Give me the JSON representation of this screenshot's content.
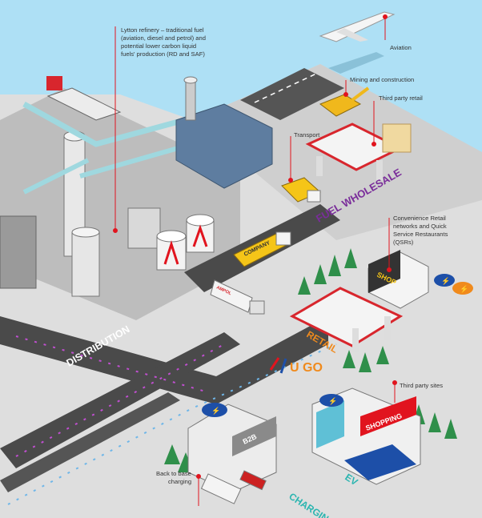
{
  "labels": {
    "refinery": [
      "Lytton refinery – traditional fuel",
      "(aviation, diesel and petrol) and",
      "potential lower carbon liquid",
      "fuels' production (RD and SAF)"
    ],
    "aviation": "Aviation",
    "mining": "Mining and construction",
    "third_party_retail": "Third party retail",
    "transport": "Transport",
    "convenience": [
      "Convenience Retail",
      "networks and Quick",
      "Service Restaurants",
      "(QSRs)"
    ],
    "third_party_sites": "Third party sites",
    "back_to_base": [
      "Back to base",
      "charging"
    ]
  },
  "sections": {
    "fuel_wholesale": "FUEL WHOLESALE",
    "distribution": "DISTRIBUTION",
    "retail": "RETAIL",
    "ev_charging": [
      "EV",
      "CHARGING"
    ]
  },
  "signage": {
    "company_truck": "COMPANY",
    "tanker_brand": "AMPOL",
    "shop": "SHOP",
    "shopping": "SHOPPING",
    "b2b": "B2B",
    "retail_logo": "U GO"
  },
  "colors": {
    "sky": "#aee0f5",
    "ground": "#dcdcdc",
    "road": "#4a4a4a",
    "accent_red": "#e1141e",
    "wholesale_purple": "#7a2d9a",
    "retail_orange": "#f08a1c",
    "ev_teal": "#2bb5b0",
    "ev_blue": "#1d4fa8"
  }
}
